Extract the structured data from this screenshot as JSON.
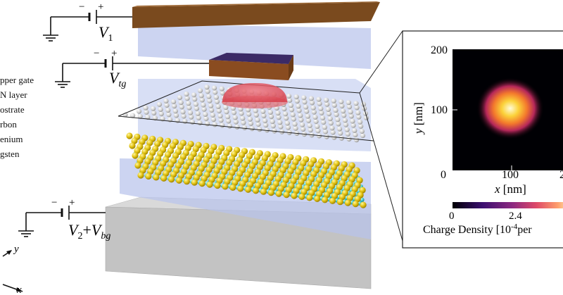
{
  "legend": {
    "items": [
      {
        "label": "pper gate",
        "color": "#8a5a2a"
      },
      {
        "label": "N layer",
        "color": "#b9c6ea"
      },
      {
        "label": "ostrate",
        "color": "#c9c9c9"
      },
      {
        "label": "rbon",
        "color": "#dddddd"
      },
      {
        "label": "enium",
        "color": "#e8cc1a"
      },
      {
        "label": "gsten",
        "color": "#35c6cc"
      }
    ]
  },
  "voltages": {
    "v1": {
      "base": "V",
      "sub": "1"
    },
    "vtg": {
      "base": "V",
      "sub": "tg"
    },
    "vbg": {
      "base": "V",
      "sub1": "2",
      "plus": "+",
      "base2": "V",
      "sub2": "bg"
    },
    "minus": "−",
    "plus": "+"
  },
  "axes_indicator": {
    "y": "y",
    "x": "x"
  },
  "inset": {
    "y_ticks": [
      "200",
      "100",
      "0"
    ],
    "x_ticks": [
      "100",
      "2"
    ],
    "x_label_var": "x",
    "x_label_unit": "[nm]",
    "y_label_var": "y",
    "y_label_unit": "[nm]",
    "colorbar_ticks": [
      "0",
      "2.4"
    ],
    "colorbar_label": "Charge Density [10",
    "colorbar_label_exp": "-4",
    "colorbar_label_tail": "per"
  },
  "colors": {
    "gate": "#7a4a1e",
    "hbn": "#b8c4ec",
    "substrate": "#c8c8c8",
    "carbon": "#d9d9d9",
    "selenium": "#e2c414",
    "tungsten": "#3ec7cf",
    "dot": "#e0505a"
  }
}
